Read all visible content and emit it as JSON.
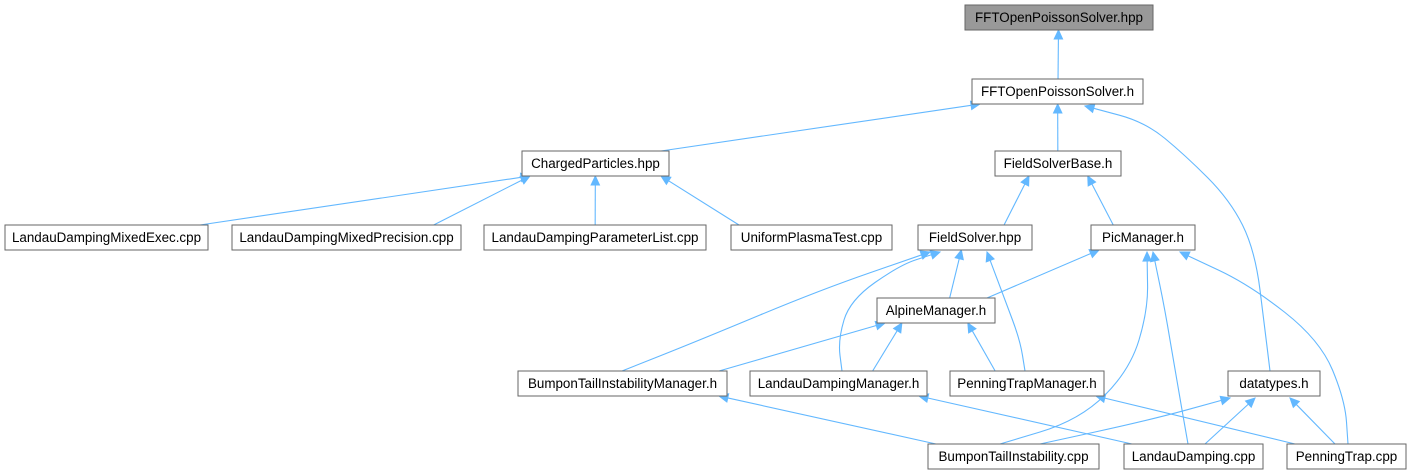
{
  "diagram": {
    "colors": {
      "edge": "#63b8ff",
      "node_border": "#666666",
      "root_fill": "#999999",
      "node_fill": "#ffffff"
    },
    "nodes": [
      {
        "id": "fftopen_hpp",
        "label": "FFTOpenPoissonSolver.hpp",
        "root": true
      },
      {
        "id": "fftopen_h",
        "label": "FFTOpenPoissonSolver.h"
      },
      {
        "id": "charged",
        "label": "ChargedParticles.hpp"
      },
      {
        "id": "fieldsolverbase",
        "label": "FieldSolverBase.h"
      },
      {
        "id": "ldmixedexec",
        "label": "LandauDampingMixedExec.cpp"
      },
      {
        "id": "ldmixedprec",
        "label": "LandauDampingMixedPrecision.cpp"
      },
      {
        "id": "ldparamlist",
        "label": "LandauDampingParameterList.cpp"
      },
      {
        "id": "uniformplasma",
        "label": "UniformPlasmaTest.cpp"
      },
      {
        "id": "fieldsolver",
        "label": "FieldSolver.hpp"
      },
      {
        "id": "picmanager",
        "label": "PicManager.h"
      },
      {
        "id": "alpine",
        "label": "AlpineManager.h"
      },
      {
        "id": "bumpmgr",
        "label": "BumponTailInstabilityManager.h"
      },
      {
        "id": "ldmgr",
        "label": "LandauDampingManager.h"
      },
      {
        "id": "penningmgr",
        "label": "PenningTrapManager.h"
      },
      {
        "id": "datatypes",
        "label": "datatypes.h"
      },
      {
        "id": "bumpcpp",
        "label": "BumponTailInstability.cpp"
      },
      {
        "id": "ldcpp",
        "label": "LandauDamping.cpp"
      },
      {
        "id": "penningcpp",
        "label": "PenningTrap.cpp"
      }
    ],
    "edges": [
      {
        "from": "fftopen_h",
        "to": "fftopen_hpp"
      },
      {
        "from": "charged",
        "to": "fftopen_h"
      },
      {
        "from": "fieldsolverbase",
        "to": "fftopen_h"
      },
      {
        "from": "datatypes",
        "to": "fftopen_h"
      },
      {
        "from": "ldmixedexec",
        "to": "charged"
      },
      {
        "from": "ldmixedprec",
        "to": "charged"
      },
      {
        "from": "ldparamlist",
        "to": "charged"
      },
      {
        "from": "uniformplasma",
        "to": "charged"
      },
      {
        "from": "fieldsolver",
        "to": "fieldsolverbase"
      },
      {
        "from": "picmanager",
        "to": "fieldsolverbase"
      },
      {
        "from": "alpine",
        "to": "fieldsolver"
      },
      {
        "from": "bumpmgr",
        "to": "fieldsolver"
      },
      {
        "from": "ldmgr",
        "to": "fieldsolver"
      },
      {
        "from": "penningmgr",
        "to": "fieldsolver"
      },
      {
        "from": "alpine",
        "to": "picmanager"
      },
      {
        "from": "bumpcpp",
        "to": "picmanager"
      },
      {
        "from": "ldcpp",
        "to": "picmanager"
      },
      {
        "from": "penningcpp",
        "to": "picmanager"
      },
      {
        "from": "bumpmgr",
        "to": "alpine"
      },
      {
        "from": "ldmgr",
        "to": "alpine"
      },
      {
        "from": "penningmgr",
        "to": "alpine"
      },
      {
        "from": "bumpcpp",
        "to": "bumpmgr"
      },
      {
        "from": "ldcpp",
        "to": "ldmgr"
      },
      {
        "from": "penningcpp",
        "to": "penningmgr"
      },
      {
        "from": "bumpcpp",
        "to": "datatypes"
      },
      {
        "from": "ldcpp",
        "to": "datatypes"
      },
      {
        "from": "penningcpp",
        "to": "datatypes"
      }
    ]
  }
}
